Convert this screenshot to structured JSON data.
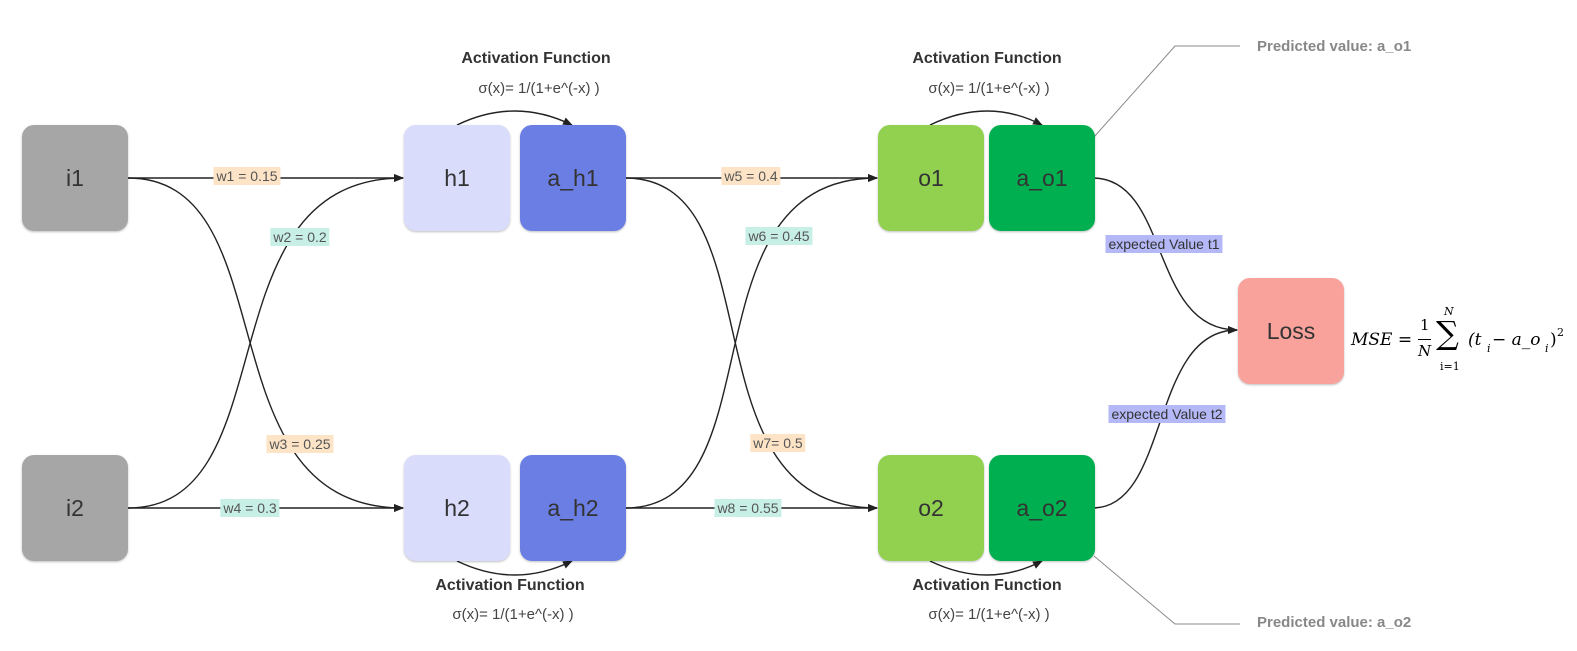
{
  "colors": {
    "input_fill": "#a6a6a6",
    "hidden_fill": "#d9dcfb",
    "hidden_act_fill": "#6b7ee3",
    "output_fill": "#92d050",
    "output_act_fill": "#00b050",
    "loss_fill": "#f9a19b",
    "weight_peach": "#fde4c6",
    "weight_mint": "#c7efe5",
    "target_lavender": "#b4b8f7",
    "edge": "#222222",
    "callout_line": "#8a8a8a"
  },
  "nodes": {
    "i1": "i1",
    "i2": "i2",
    "h1": "h1",
    "h2": "h2",
    "a_h1": "a_h1",
    "a_h2": "a_h2",
    "o1": "o1",
    "o2": "o2",
    "a_o1": "a_o1",
    "a_o2": "a_o2",
    "loss": "Loss"
  },
  "weights": {
    "w1": "w1 = 0.15",
    "w2": "w2 = 0.2",
    "w3": "w3 = 0.25",
    "w4": "w4 = 0.3",
    "w5": "w5 = 0.4",
    "w6": "w6 = 0.45",
    "w7": "w7= 0.5",
    "w8": "w8 = 0.55"
  },
  "activation": {
    "title": "Activation Function",
    "formula": "σ(x)=  1/(1+e^(-x) )"
  },
  "targets": {
    "t1": "expected Value t1",
    "t2": "expected Value t2"
  },
  "predictions": {
    "p1": "Predicted value: a_o1",
    "p2": "Predicted value: a_o2"
  },
  "mse": {
    "lhs": "MSE =",
    "frac_num": "1",
    "frac_den": "N",
    "sum_top": "N",
    "sum_symbol": "∑",
    "sum_bottom": "i=1",
    "term": "(t",
    "term_sub_i": "i",
    "term_mid": " − a_o",
    "term_sub_i2": "i",
    "term_close": ")",
    "exp": "2"
  }
}
